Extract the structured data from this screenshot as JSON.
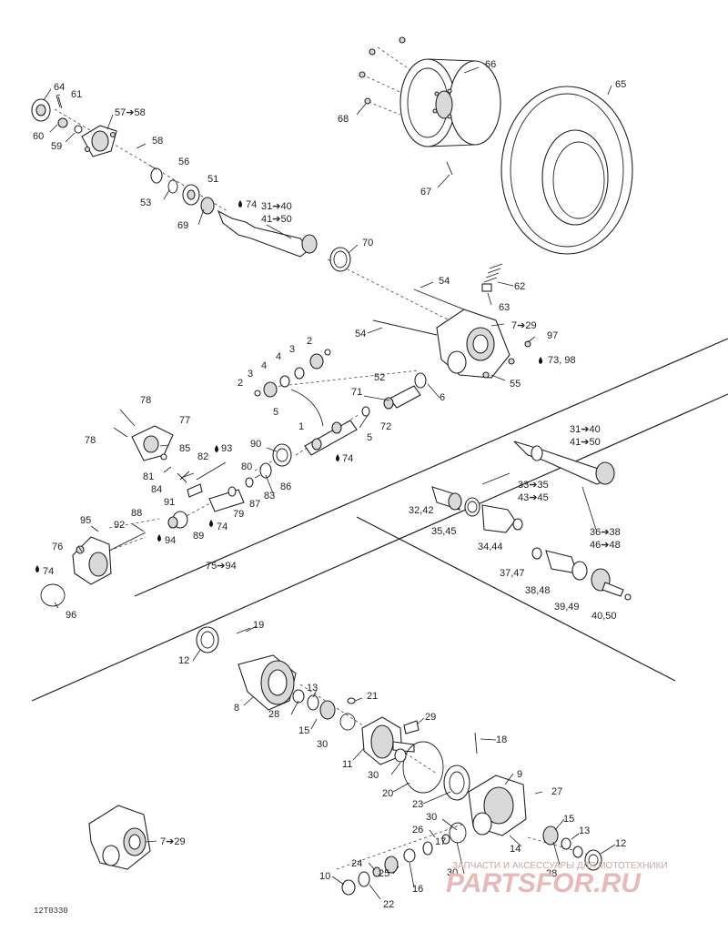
{
  "drawing_code": "12T0330",
  "watermark": {
    "top_text": "ЗАПЧАСТИ И АКСЕССУАРЫ ДЛЯ МОТОТЕХНИКИ",
    "brand_text": "PARTSFOR.RU"
  },
  "callouts": [
    {
      "id": "c64",
      "text": "64"
    },
    {
      "id": "c61",
      "text": "61"
    },
    {
      "id": "c60",
      "text": "60"
    },
    {
      "id": "c59",
      "text": "59"
    },
    {
      "id": "c57",
      "text": "57➔58"
    },
    {
      "id": "c58a",
      "text": "58"
    },
    {
      "id": "c56",
      "text": "56"
    },
    {
      "id": "c51",
      "text": "51"
    },
    {
      "id": "c53",
      "text": "53"
    },
    {
      "id": "c74a",
      "text": "74"
    },
    {
      "id": "c69",
      "text": "69"
    },
    {
      "id": "c31a",
      "text": "31➔40"
    },
    {
      "id": "c41a",
      "text": "41➔50"
    },
    {
      "id": "c70",
      "text": "70"
    },
    {
      "id": "c66",
      "text": "66"
    },
    {
      "id": "c65",
      "text": "65"
    },
    {
      "id": "c68",
      "text": "68"
    },
    {
      "id": "c67",
      "text": "67"
    },
    {
      "id": "c54a",
      "text": "54"
    },
    {
      "id": "c62",
      "text": "62"
    },
    {
      "id": "c63",
      "text": "63"
    },
    {
      "id": "c54b",
      "text": "54"
    },
    {
      "id": "c7a",
      "text": "7➔29"
    },
    {
      "id": "c97",
      "text": "97"
    },
    {
      "id": "c73",
      "text": "73, 98"
    },
    {
      "id": "c55",
      "text": "55"
    },
    {
      "id": "c2a",
      "text": "2"
    },
    {
      "id": "c3a",
      "text": "3"
    },
    {
      "id": "c4a",
      "text": "4"
    },
    {
      "id": "c4b",
      "text": "4"
    },
    {
      "id": "c3b",
      "text": "3"
    },
    {
      "id": "c2b",
      "text": "2"
    },
    {
      "id": "c52",
      "text": "52"
    },
    {
      "id": "c71",
      "text": "71"
    },
    {
      "id": "c6",
      "text": "6"
    },
    {
      "id": "c72",
      "text": "72"
    },
    {
      "id": "c1",
      "text": "1"
    },
    {
      "id": "c5a",
      "text": "5"
    },
    {
      "id": "c5b",
      "text": "5"
    },
    {
      "id": "c90",
      "text": "90"
    },
    {
      "id": "c74b",
      "text": "74"
    },
    {
      "id": "c78a",
      "text": "78"
    },
    {
      "id": "c77",
      "text": "77"
    },
    {
      "id": "c78b",
      "text": "78"
    },
    {
      "id": "c85",
      "text": "85"
    },
    {
      "id": "c93",
      "text": "93"
    },
    {
      "id": "c81",
      "text": "81"
    },
    {
      "id": "c82",
      "text": "82"
    },
    {
      "id": "c84",
      "text": "84"
    },
    {
      "id": "c91",
      "text": "91"
    },
    {
      "id": "c80",
      "text": "80"
    },
    {
      "id": "c86",
      "text": "86"
    },
    {
      "id": "c83",
      "text": "83"
    },
    {
      "id": "c87",
      "text": "87"
    },
    {
      "id": "c79",
      "text": "79"
    },
    {
      "id": "c74c",
      "text": "74"
    },
    {
      "id": "c89",
      "text": "89"
    },
    {
      "id": "c88",
      "text": "88"
    },
    {
      "id": "c95",
      "text": "95"
    },
    {
      "id": "c92",
      "text": "92"
    },
    {
      "id": "c94",
      "text": "94"
    },
    {
      "id": "c76",
      "text": "76"
    },
    {
      "id": "c74d",
      "text": "74"
    },
    {
      "id": "c75",
      "text": "75➔94"
    },
    {
      "id": "c96",
      "text": "96"
    },
    {
      "id": "c31b",
      "text": "31➔40"
    },
    {
      "id": "c41b",
      "text": "41➔50"
    },
    {
      "id": "c33",
      "text": "33➔35"
    },
    {
      "id": "c43",
      "text": "43➔45"
    },
    {
      "id": "c32",
      "text": "32,42"
    },
    {
      "id": "c35",
      "text": "35,45"
    },
    {
      "id": "c34",
      "text": "34,44"
    },
    {
      "id": "c36",
      "text": "36➔38"
    },
    {
      "id": "c46",
      "text": "46➔48"
    },
    {
      "id": "c37",
      "text": "37,47"
    },
    {
      "id": "c38",
      "text": "38,48"
    },
    {
      "id": "c39",
      "text": "39,49"
    },
    {
      "id": "c40",
      "text": "40,50"
    },
    {
      "id": "c19",
      "text": "19"
    },
    {
      "id": "c12a",
      "text": "12"
    },
    {
      "id": "c8",
      "text": "8"
    },
    {
      "id": "c28a",
      "text": "28"
    },
    {
      "id": "c13a",
      "text": "13"
    },
    {
      "id": "c15a",
      "text": "15"
    },
    {
      "id": "c21",
      "text": "21"
    },
    {
      "id": "c30a",
      "text": "30"
    },
    {
      "id": "c11",
      "text": "11"
    },
    {
      "id": "c29",
      "text": "29"
    },
    {
      "id": "c18",
      "text": "18"
    },
    {
      "id": "c30b",
      "text": "30"
    },
    {
      "id": "c20",
      "text": "20"
    },
    {
      "id": "c23",
      "text": "23"
    },
    {
      "id": "c9",
      "text": "9"
    },
    {
      "id": "c27",
      "text": "27"
    },
    {
      "id": "c30c",
      "text": "30"
    },
    {
      "id": "c26",
      "text": "26"
    },
    {
      "id": "c17",
      "text": "17"
    },
    {
      "id": "c15b",
      "text": "15"
    },
    {
      "id": "c13b",
      "text": "13"
    },
    {
      "id": "c14",
      "text": "14"
    },
    {
      "id": "c12b",
      "text": "12"
    },
    {
      "id": "c25",
      "text": "25"
    },
    {
      "id": "c24",
      "text": "24"
    },
    {
      "id": "c10",
      "text": "10"
    },
    {
      "id": "c22",
      "text": "22"
    },
    {
      "id": "c16",
      "text": "16"
    },
    {
      "id": "c30d",
      "text": "30"
    },
    {
      "id": "c28b",
      "text": "28"
    },
    {
      "id": "c7b",
      "text": "7➔29"
    }
  ]
}
